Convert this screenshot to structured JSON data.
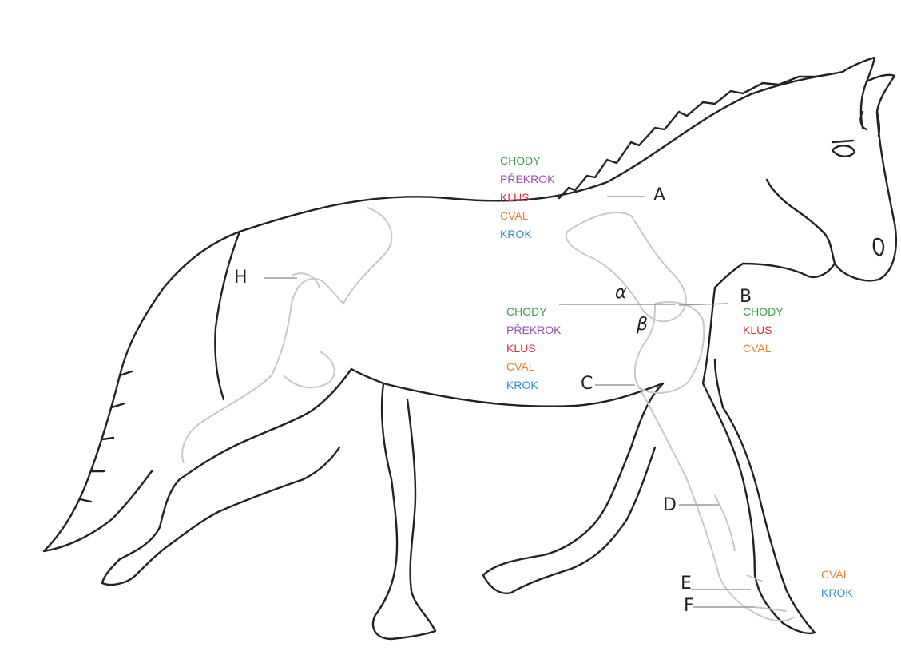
{
  "colors": {
    "green": "#3aa14a",
    "purple": "#9b4fb8",
    "red": "#d6303a",
    "orange": "#e8822e",
    "blue": "#2a8fd6",
    "outline": "#222222",
    "bones": "#c8c8c8"
  },
  "letters": {
    "a": "A",
    "b": "B",
    "c": "C",
    "d": "D",
    "e": "E",
    "f": "F",
    "h": "H",
    "alpha": "α",
    "beta": "β"
  },
  "groups": {
    "top": [
      "CHODY",
      "PŘEKROK",
      "KLUS",
      "CVAL",
      "KROK"
    ],
    "mid": [
      "CHODY",
      "PŘEKROK",
      "KLUS",
      "CVAL",
      "KROK"
    ],
    "right": [
      "CHODY",
      "KLUS",
      "CVAL"
    ],
    "bottom": [
      "CVAL",
      "KROK"
    ]
  }
}
